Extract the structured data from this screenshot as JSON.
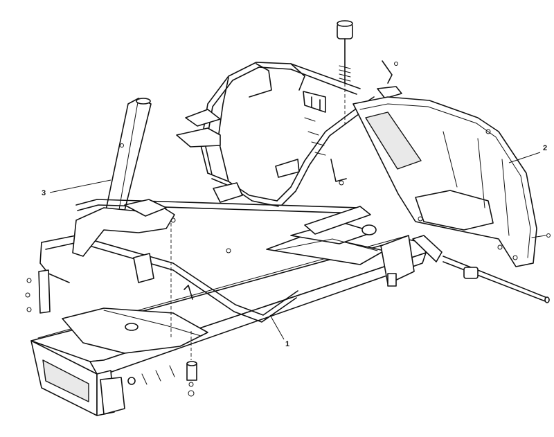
{
  "callouts": {
    "frame": "1",
    "side_panel": "2",
    "seat_post": "3"
  },
  "line_color": "#111111",
  "background": "#ffffff"
}
